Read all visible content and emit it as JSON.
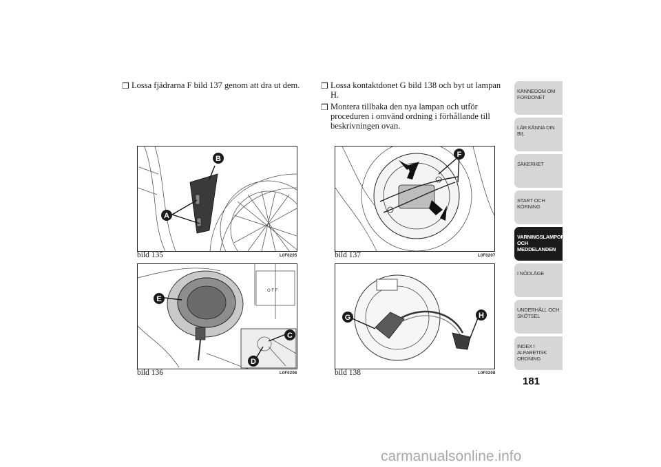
{
  "left_column": {
    "items": [
      {
        "bullet": "❒",
        "text": "Lossa fjädrarna F bild 137 genom att dra ut dem."
      }
    ]
  },
  "right_column": {
    "items": [
      {
        "bullet": "❒",
        "text": "Lossa kontaktdonet G bild 138 och byt ut lampan H."
      },
      {
        "bullet": "❒",
        "text": "Montera tillbaka den nya lampan och utför proceduren i omvänd ordning i förhållande till beskrivningen ovan."
      }
    ]
  },
  "figures": {
    "fig135": {
      "caption": "bild 135",
      "code": "L0F0205",
      "callouts": [
        "A",
        "B"
      ]
    },
    "fig136": {
      "caption": "bild 136",
      "code": "L0F0206",
      "callouts": [
        "E",
        "C",
        "D"
      ]
    },
    "fig137": {
      "caption": "bild 137",
      "code": "L0F0207",
      "callouts": [
        "F"
      ]
    },
    "fig138": {
      "caption": "bild 138",
      "code": "L0F0208",
      "callouts": [
        "G",
        "H"
      ]
    }
  },
  "nav": {
    "tabs": [
      {
        "label": "KÄNNEDOM OM FORDONET"
      },
      {
        "label": "LÄR KÄNNA DIN BIL"
      },
      {
        "label": "SÄKERHET"
      },
      {
        "label": "START OCH KÖRNING"
      },
      {
        "label": "VARNINGSLAMPOR OCH MEDDELANDEN"
      },
      {
        "label": "I NÖDLÄGE"
      },
      {
        "label": "UNDERHÅLL OCH SKÖTSEL"
      },
      {
        "label": "INDEX I ALFABETISK ORDNING"
      }
    ],
    "active_index": 4
  },
  "page_number": "181",
  "watermark": "carmanualsonline.info",
  "colors": {
    "callout": "#1a1a1a",
    "active_tab": "#1a1a1a",
    "tab": "#d6d6d6",
    "watermark": "#a8a8a8"
  }
}
